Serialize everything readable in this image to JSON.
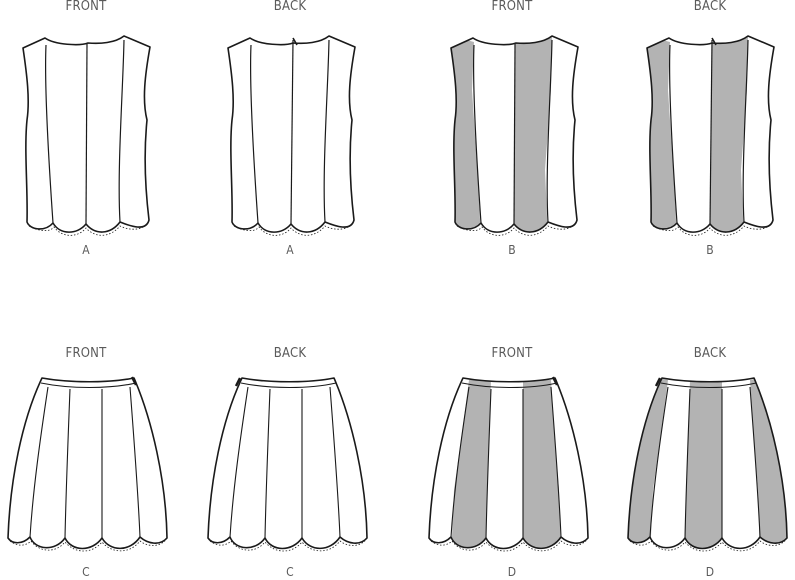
{
  "top_row": [
    {
      "view": "FRONT",
      "label": "A"
    },
    {
      "view": "BACK",
      "label": "A"
    },
    {
      "view": "FRONT",
      "label": "B"
    },
    {
      "view": "BACK",
      "label": "B"
    }
  ],
  "bottom_row": [
    {
      "view": "FRONT",
      "label": "C"
    },
    {
      "view": "BACK",
      "label": "C"
    },
    {
      "view": "FRONT",
      "label": "D"
    },
    {
      "view": "BACK",
      "label": "D"
    }
  ],
  "colors": {
    "outline": "#1a1a1a",
    "contrast_fill": "#b3b3b3",
    "main_fill": "#ffffff",
    "text": "#5a5a5a"
  }
}
